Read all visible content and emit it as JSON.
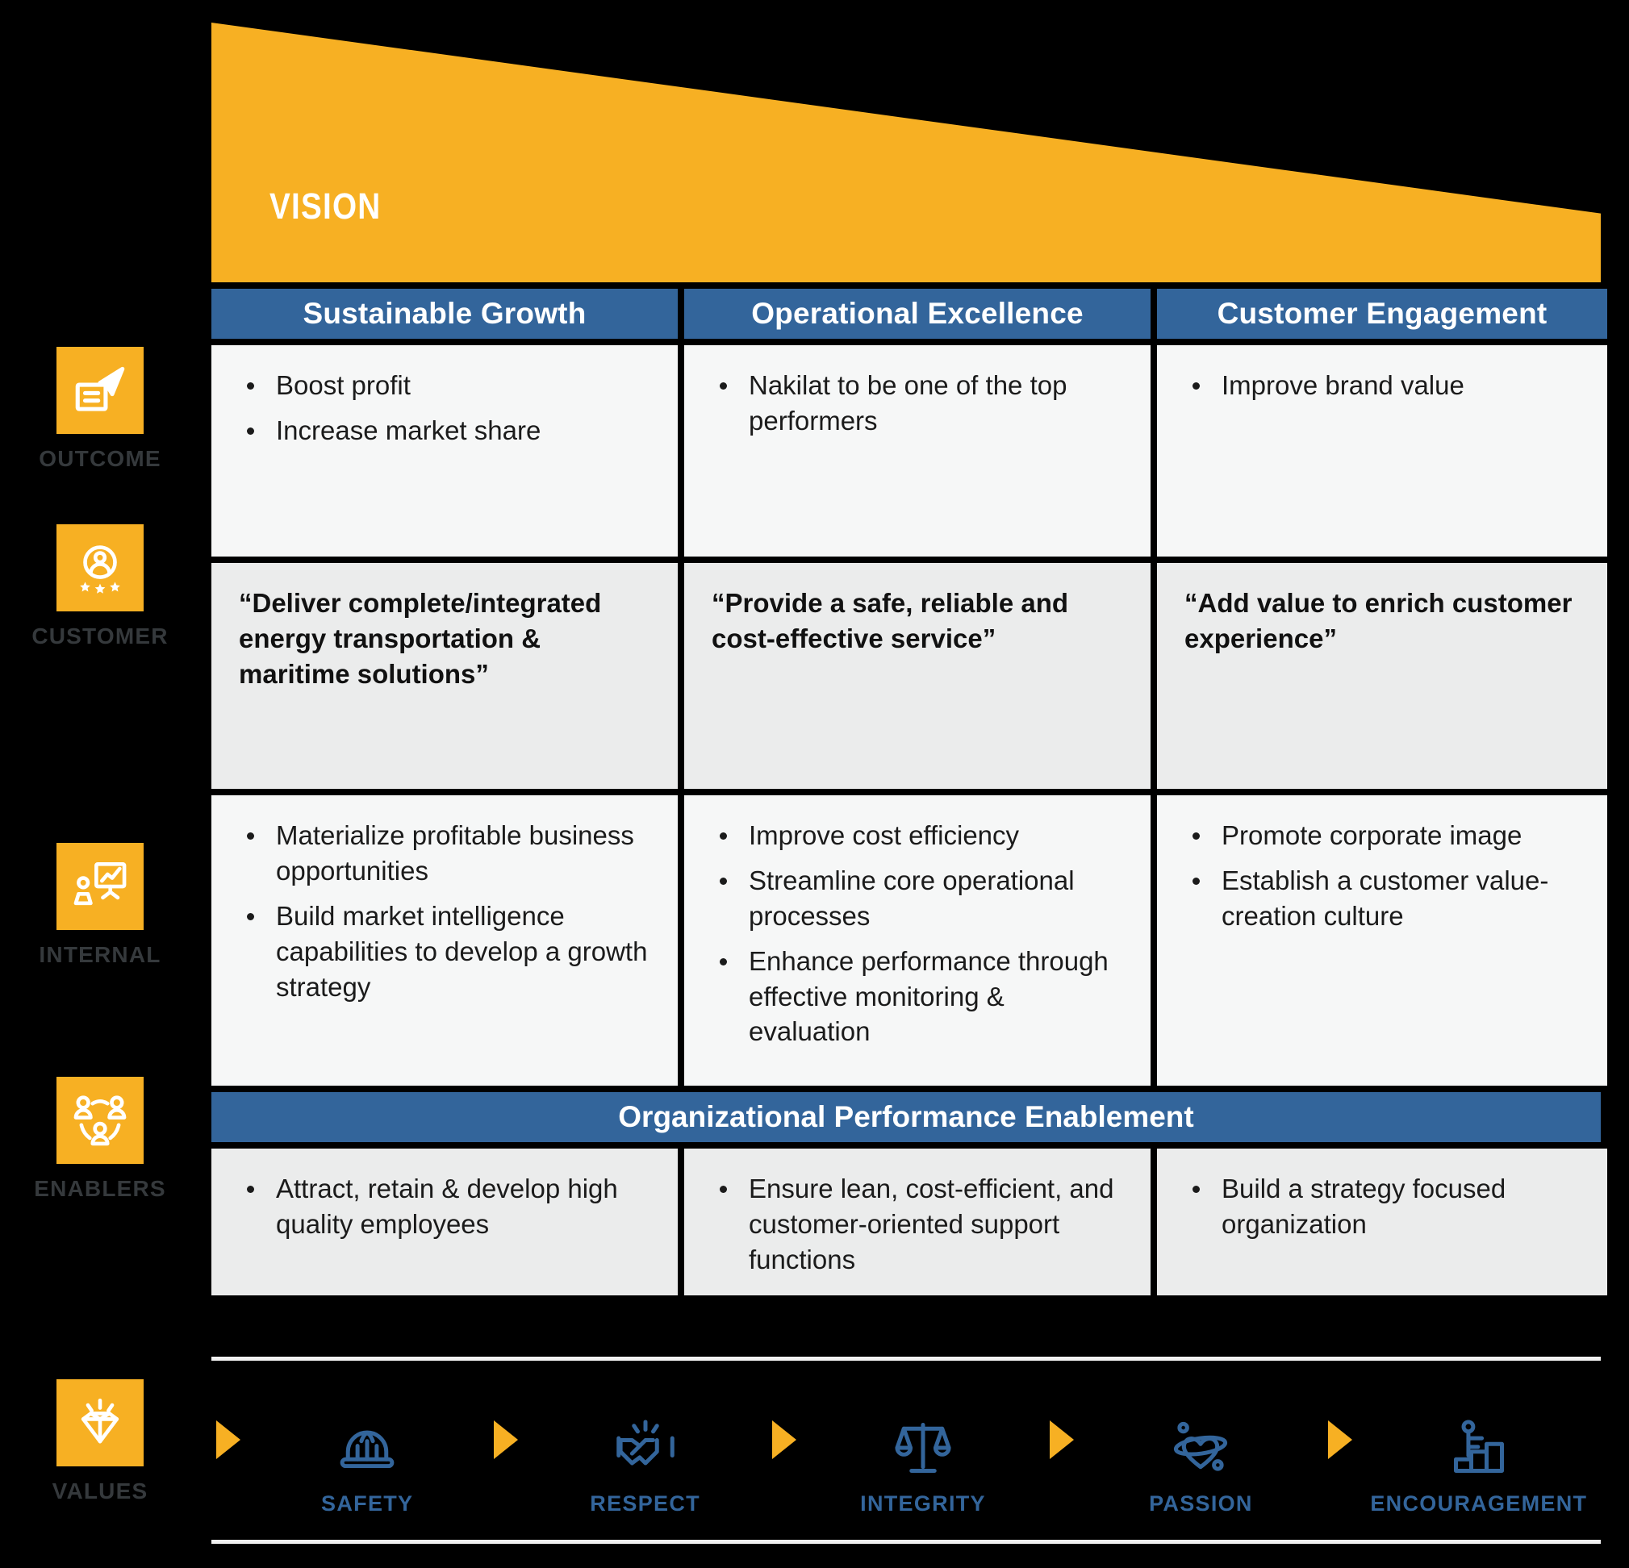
{
  "vision": {
    "label": "VISION",
    "accent_color": "#f7b023"
  },
  "theme": {
    "blue": "#33659b",
    "yellow": "#f7b023",
    "cell_light": "#f6f7f7",
    "cell_gray": "#ebecec",
    "background": "#000000",
    "rail_label_color": "#35393c"
  },
  "columns": [
    {
      "header": "Sustainable Growth"
    },
    {
      "header": "Operational Excellence"
    },
    {
      "header": "Customer Engagement"
    }
  ],
  "perspectives": [
    {
      "key": "outcome",
      "label": "OUTCOME",
      "icon": "target-document-icon"
    },
    {
      "key": "customer",
      "label": "CUSTOMER",
      "icon": "customer-rating-icon"
    },
    {
      "key": "internal",
      "label": "INTERNAL",
      "icon": "presentation-chart-icon"
    },
    {
      "key": "enablers",
      "label": "ENABLERS",
      "icon": "people-network-icon"
    },
    {
      "key": "values",
      "label": "VALUES",
      "icon": "diamond-icon"
    }
  ],
  "rows": {
    "outcome": {
      "sustainable_growth": [
        "Boost profit",
        "Increase market share"
      ],
      "operational_excellence": [
        "Nakilat to be one of the top performers"
      ],
      "customer_engagement": [
        "Improve brand value"
      ]
    },
    "customer": {
      "sustainable_growth": "“Deliver complete/integrated energy transportation & maritime solutions”",
      "operational_excellence": "“Provide a safe, reliable and cost-effective service”",
      "customer_engagement": "“Add value to enrich customer experience”"
    },
    "internal": {
      "sustainable_growth": [
        "Materialize profitable business opportunities",
        "Build market intelligence capabilities to develop a growth strategy"
      ],
      "operational_excellence": [
        "Improve cost efficiency",
        "Streamline core operational processes",
        "Enhance performance through effective monitoring & evaluation"
      ],
      "customer_engagement": [
        "Promote corporate image",
        "Establish a customer value-creation culture"
      ]
    },
    "enablers": {
      "sustainable_growth": [
        "Attract, retain & develop high quality employees"
      ],
      "operational_excellence": [
        "Ensure lean, cost-efficient, and customer-oriented support functions"
      ],
      "customer_engagement": [
        "Build a strategy focused organization"
      ]
    }
  },
  "enablement_banner": {
    "title": "Organizational Performance Enablement"
  },
  "values": [
    {
      "label": "SAFETY",
      "icon": "hard-hat-icon"
    },
    {
      "label": "RESPECT",
      "icon": "handshake-icon"
    },
    {
      "label": "INTEGRITY",
      "icon": "scales-icon"
    },
    {
      "label": "PASSION",
      "icon": "heart-orbit-icon"
    },
    {
      "label": "ENCOURAGEMENT",
      "icon": "person-steps-icon"
    }
  ]
}
